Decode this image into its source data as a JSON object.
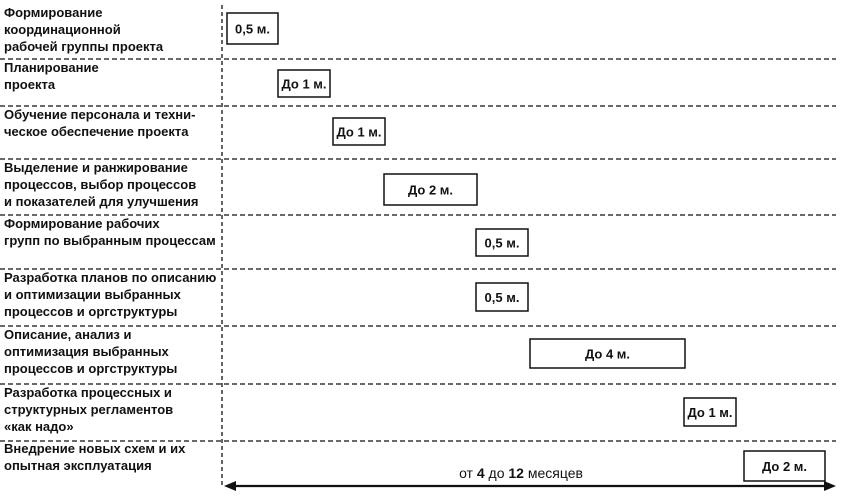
{
  "chart_data": {
    "type": "gantt",
    "tasks": [
      {
        "label_lines": [
          "Формирование",
          "координационной",
          "рабочей группы проекта"
        ],
        "bar_label": "0,5 м."
      },
      {
        "label_lines": [
          "Планирование",
          "проекта"
        ],
        "bar_label": "До 1 м."
      },
      {
        "label_lines": [
          "Обучение персонала и техни-",
          "ческое обеспечение проекта"
        ],
        "bar_label": "До 1 м."
      },
      {
        "label_lines": [
          "Выделение и ранжирование",
          "процессов, выбор процессов",
          "и показателей для улучшения"
        ],
        "bar_label": "До 2 м."
      },
      {
        "label_lines": [
          "Формирование рабочих",
          "групп по выбранным процессам"
        ],
        "bar_label": "0,5 м."
      },
      {
        "label_lines": [
          "Разработка планов по описанию",
          "и оптимизации выбранных",
          "процессов и оргструктуры"
        ],
        "bar_label": "0,5 м."
      },
      {
        "label_lines": [
          "Описание, анализ и",
          "оптимизация выбранных",
          "процессов и оргструктуры"
        ],
        "bar_label": "До 4 м."
      },
      {
        "label_lines": [
          "Разработка процессных и",
          "структурных регламентов",
          "«как надо»"
        ],
        "bar_label": "До 1 м."
      },
      {
        "label_lines": [
          "Внедрение новых схем и их",
          "опытная эксплуатация"
        ],
        "bar_label": "До 2 м."
      }
    ],
    "axis": {
      "caption_prefix": "от ",
      "caption_min": "4",
      "caption_mid": " до ",
      "caption_max": "12",
      "caption_suffix": " месяцев"
    }
  }
}
